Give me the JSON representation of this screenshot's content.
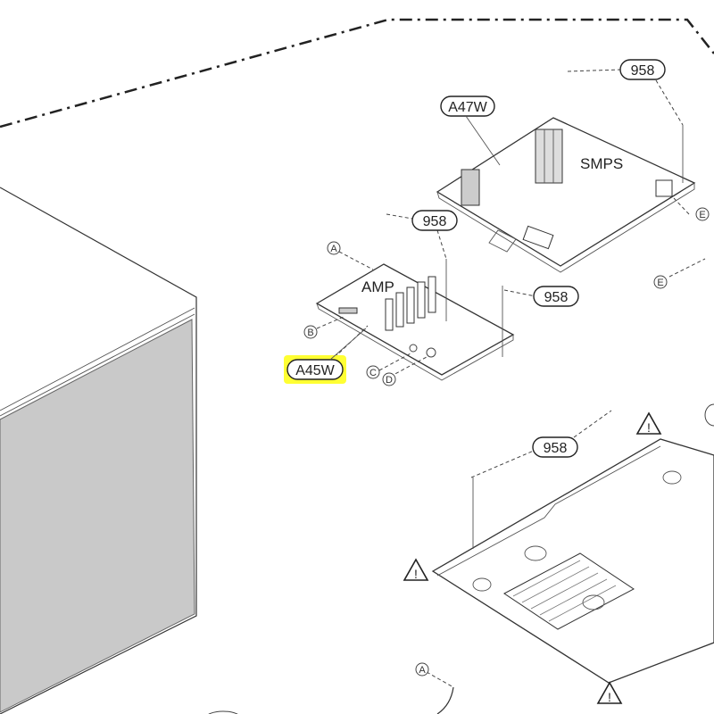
{
  "diagram": {
    "part_callouts": [
      "958",
      "958",
      "958",
      "958"
    ],
    "boards": {
      "smps": {
        "ref": "A47W",
        "label": "SMPS"
      },
      "amp": {
        "ref": "A45W",
        "label": "AMP",
        "highlighted": true,
        "highlight_color": "#ffff33"
      }
    },
    "connectors": {
      "a": "A",
      "b": "B",
      "c": "C",
      "d": "D",
      "e1": "E",
      "e2": "E",
      "a2": "A"
    },
    "warning_symbol": "!"
  }
}
